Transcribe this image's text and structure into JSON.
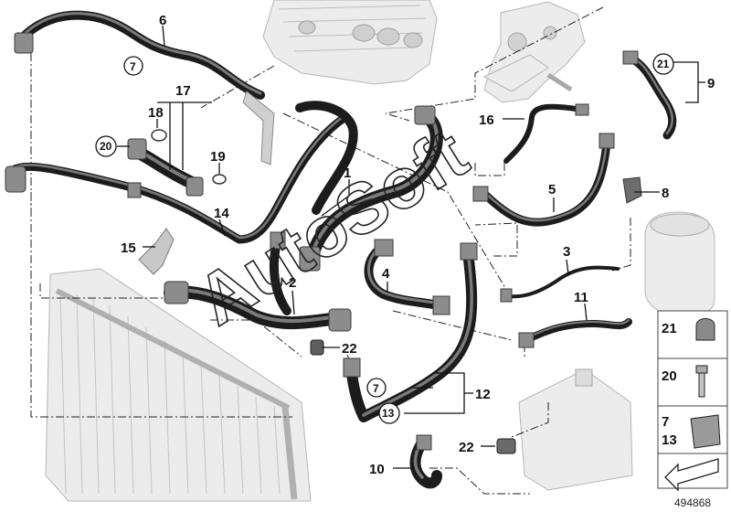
{
  "diagram": {
    "watermark": "AutoSoft",
    "reference_number": "494868",
    "callouts": {
      "c1": "1",
      "c2": "2",
      "c3": "3",
      "c4": "4",
      "c5": "5",
      "c6": "6",
      "c7a": "7",
      "c7b": "7",
      "c8": "8",
      "c9": "9",
      "c10": "10",
      "c11": "11",
      "c12": "12",
      "c13": "13",
      "c14": "14",
      "c15": "15",
      "c16": "16",
      "c17": "17",
      "c18": "18",
      "c19": "19",
      "c20": "20",
      "c21": "21",
      "c22a": "22",
      "c22b": "22"
    },
    "legend": {
      "row1": "21",
      "row2": "20",
      "row3_top": "7",
      "row3_bottom": "13"
    }
  }
}
